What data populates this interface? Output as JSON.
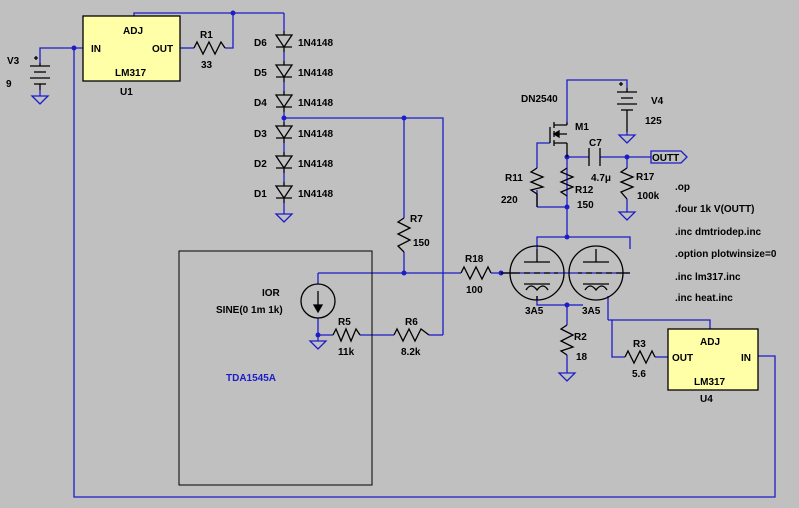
{
  "colors": {
    "background": "#c0c0c0",
    "wire": "#1c1cc8",
    "ic_fill": "#ffffa8",
    "component": "#000000"
  },
  "regulators": {
    "u1": {
      "adj": "ADJ",
      "in": "IN",
      "out": "OUT",
      "part": "LM317",
      "ref": "U1"
    },
    "u4": {
      "adj": "ADJ",
      "in": "IN",
      "out": "OUT",
      "part": "LM317",
      "ref": "U4"
    }
  },
  "sources": {
    "v3": {
      "ref": "V3",
      "value": "9"
    },
    "v4": {
      "ref": "V4",
      "value": "125"
    },
    "ior": {
      "ref": "IOR",
      "value": "SINE(0 1m 1k)"
    }
  },
  "resistors": {
    "r1": {
      "ref": "R1",
      "value": "33"
    },
    "r2": {
      "ref": "R2",
      "value": "18"
    },
    "r3": {
      "ref": "R3",
      "value": "5.6"
    },
    "r5": {
      "ref": "R5",
      "value": "11k"
    },
    "r6": {
      "ref": "R6",
      "value": "8.2k"
    },
    "r7": {
      "ref": "R7",
      "value": "150"
    },
    "r11": {
      "ref": "R11",
      "value": "220"
    },
    "r12": {
      "ref": "R12",
      "value": "150"
    },
    "r17": {
      "ref": "R17",
      "value": "100k"
    },
    "r18": {
      "ref": "R18",
      "value": "100"
    }
  },
  "capacitors": {
    "c7": {
      "ref": "C7",
      "value": "4.7μ"
    }
  },
  "mosfet": {
    "ref": "M1",
    "part": "DN2540"
  },
  "diodes": [
    {
      "ref": "D6",
      "part": "1N4148"
    },
    {
      "ref": "D5",
      "part": "1N4148"
    },
    {
      "ref": "D4",
      "part": "1N4148"
    },
    {
      "ref": "D3",
      "part": "1N4148"
    },
    {
      "ref": "D2",
      "part": "1N4148"
    },
    {
      "ref": "D1",
      "part": "1N4148"
    }
  ],
  "tubes": {
    "left": "3A5",
    "right": "3A5"
  },
  "block": {
    "label": "TDA1545A"
  },
  "net_flag": {
    "label": "OUTT"
  },
  "directives": [
    ".op",
    ".four 1k V(OUTT)",
    ".inc dmtriodep.inc",
    ".option plotwinsize=0",
    ".inc lm317.inc",
    ".inc heat.inc"
  ]
}
